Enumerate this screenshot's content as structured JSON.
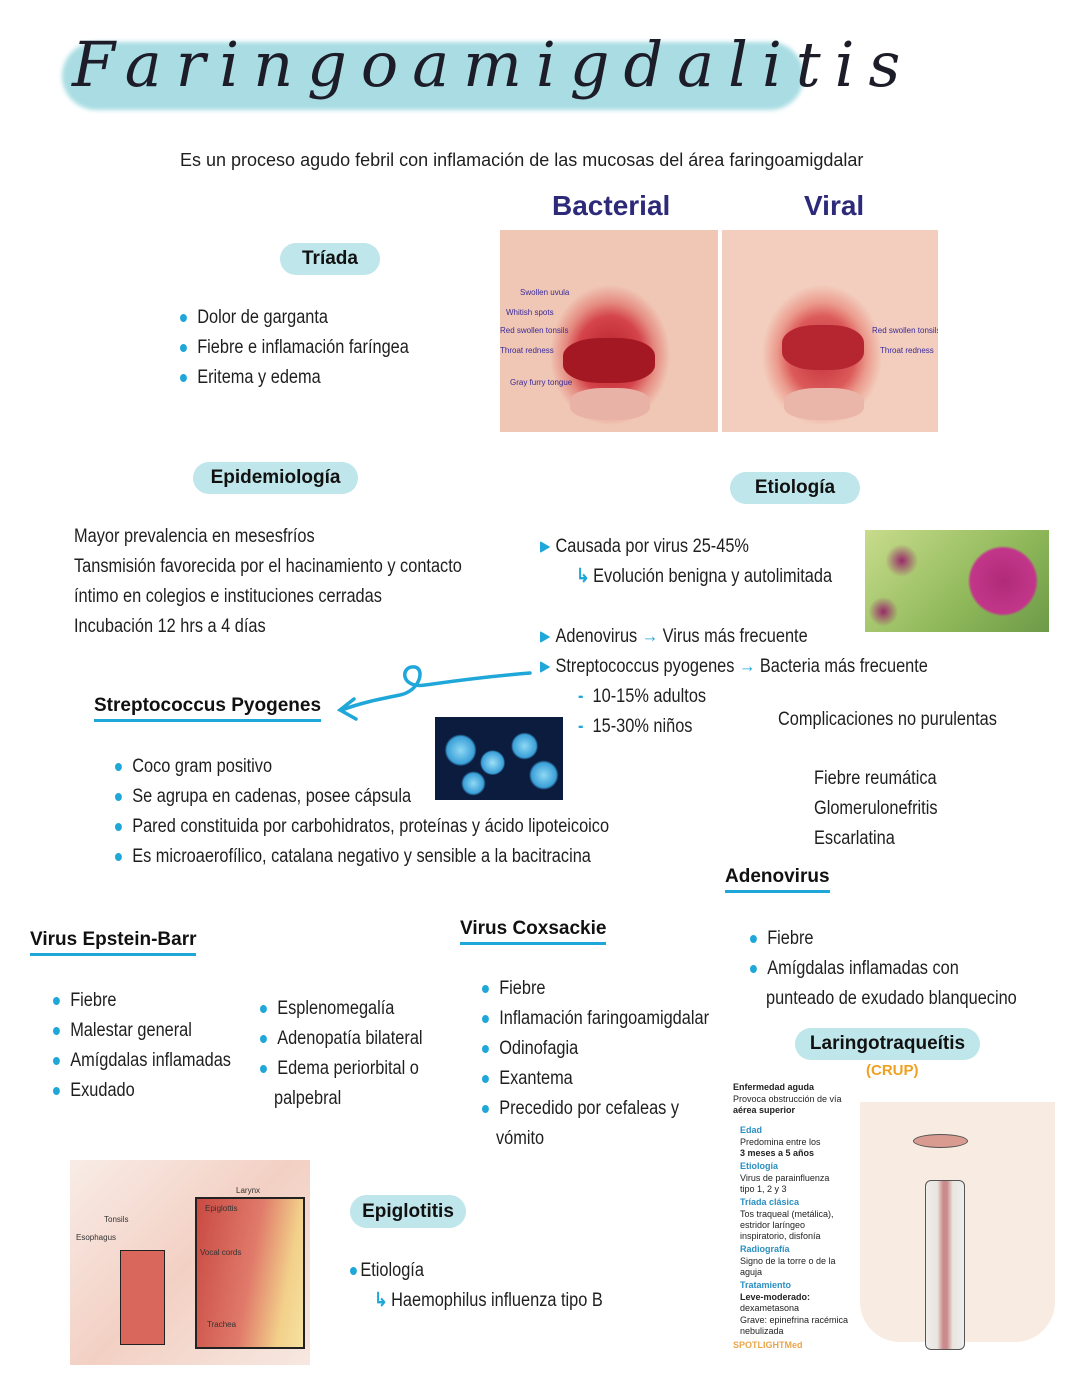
{
  "title": "Faringoamigdalitis",
  "subtitle": "Es un proceso agudo febril con inflamación de las mucosas del área faringoamigdalar",
  "images_header": {
    "bacterial": "Bacterial",
    "viral": "Viral"
  },
  "bacterial_labels": [
    "Swollen uvula",
    "Whitish spots",
    "Red swollen tonsils",
    "Throat redness",
    "Gray furry tongue"
  ],
  "viral_labels": [
    "Red swollen tonsils",
    "Throat redness"
  ],
  "triada": {
    "title": "Tríada",
    "items": [
      "Dolor de garganta",
      "Fiebre e inflamación faríngea",
      "Eritema y edema"
    ]
  },
  "epidemiologia": {
    "title": "Epidemiología",
    "lines": [
      "Mayor prevalencia en mesesfríos",
      "Tansmisión favorecida por el hacinamiento y contacto",
      "íntimo en colegios e instituciones cerradas",
      "Incubación 12 hrs a 4 días"
    ]
  },
  "etiologia": {
    "title": "Etiología",
    "virus": "Causada por virus 25-45%",
    "virus_sub": "Evolución benigna y autolimitada",
    "adeno": "Adenovirus",
    "adeno_note": "Virus más frecuente",
    "strep": "Streptococcus pyogenes",
    "strep_note": "Bacteria más frecuente",
    "adultos": "10-15% adultos",
    "ninos": "15-30% niños"
  },
  "complicaciones": {
    "title": "Complicaciones no purulentas",
    "items": [
      "Fiebre reumática",
      "Glomerulonefritis",
      "Escarlatina"
    ]
  },
  "strep": {
    "title": "Streptococcus Pyogenes",
    "items": [
      "Coco gram positivo",
      "Se agrupa en cadenas, posee cápsula",
      "Pared constituida por carbohidratos, proteínas y ácido lipoteicoico",
      "Es microaerofílico, catalana negativo y sensible a la bacitracina"
    ]
  },
  "adenovirus": {
    "title": "Adenovirus",
    "items": [
      "Fiebre",
      "Amígdalas inflamadas con",
      "punteado de exudado blanquecino"
    ]
  },
  "ebv": {
    "title": "Virus Epstein-Barr",
    "col1": [
      "Fiebre",
      "Malestar general",
      "Amígdalas inflamadas",
      "Exudado"
    ],
    "col2": [
      "Esplenomegalía",
      "Adenopatía bilateral",
      "Edema periorbital o",
      "palpebral"
    ]
  },
  "coxsackie": {
    "title": "Virus Coxsackie",
    "items": [
      "Fiebre",
      "Inflamación faringoamigdalar",
      "Odinofagia",
      "Exantema",
      "Precedido por cefaleas y",
      "vómito"
    ]
  },
  "laringo": {
    "title": "Laringotraqueítis",
    "crup": "(CRUP)",
    "card": {
      "l1": "Enfermedad aguda",
      "l2": "Provoca obstrucción de vía",
      "l3": "aérea superior",
      "edad_h": "Edad",
      "edad1": "Predomina entre los",
      "edad2": "3 meses a 5 años",
      "etio_h": "Etiología",
      "etio1": "Virus de parainfluenza",
      "etio2": "tipo 1, 2 y 3",
      "tri_h": "Tríada clásica",
      "tri1": "Tos traqueal (metálica),",
      "tri2": "estridor laríngeo",
      "tri3": "inspiratorio, disfonía",
      "rad_h": "Radiografía",
      "rad1": "Signo de la torre o de la",
      "rad2": "aguja",
      "tto_h": "Tratamiento",
      "tto1": "Leve-moderado:",
      "tto2": "dexametasona",
      "tto3": "Grave: epinefrina racémica",
      "tto4": "nebulizada",
      "brand": "SPOTLIGHTMed"
    }
  },
  "larynx_labels": {
    "larynx": "Larynx",
    "tonsils": "Tonsils",
    "esophagus": "Esophagus",
    "epiglottis": "Epiglottis",
    "vocal": "Vocal cords",
    "trachea": "Trachea"
  },
  "epiglotitis": {
    "title": "Epiglotitis",
    "item": "Etiología",
    "sub": "Haemophilus influenza tipo B"
  },
  "colors": {
    "accent": "#1ea7d8",
    "pill": "#bfe6ea",
    "crup": "#f0a020",
    "header": "#2d2a7a"
  }
}
